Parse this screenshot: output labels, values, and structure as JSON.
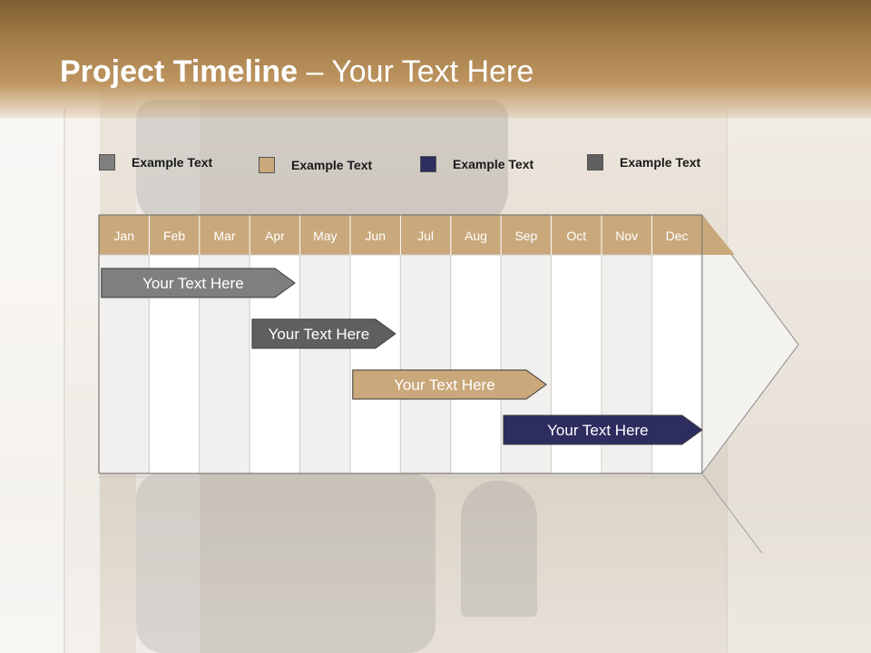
{
  "title": {
    "bold": "Project Timeline",
    "rest": " – Your Text Here"
  },
  "legend": [
    {
      "label": "Example Text",
      "color": "#7f7f7f"
    },
    {
      "label": "Example Text",
      "color": "#c9a87b"
    },
    {
      "label": "Example Text",
      "color": "#2e2d60"
    },
    {
      "label": "Example Text",
      "color": "#5f5f5f"
    }
  ],
  "timeline": {
    "months": [
      "Jan",
      "Feb",
      "Mar",
      "Apr",
      "May",
      "Jun",
      "Jul",
      "Aug",
      "Sep",
      "Oct",
      "Nov",
      "Dec"
    ],
    "header_color": "#c9a87b",
    "bars": [
      {
        "label": "Your  Text Here",
        "start_month": 0.05,
        "end_month": 3.9,
        "color": "#7f7f7f"
      },
      {
        "label": "Your  Text Here",
        "start_month": 3.05,
        "end_month": 5.9,
        "color": "#5f5f5f"
      },
      {
        "label": "Your  Text Here",
        "start_month": 5.05,
        "end_month": 8.9,
        "color": "#c9a87b"
      },
      {
        "label": "Your  Text Here",
        "start_month": 8.05,
        "end_month": 12.0,
        "color": "#2e2d60"
      }
    ]
  }
}
